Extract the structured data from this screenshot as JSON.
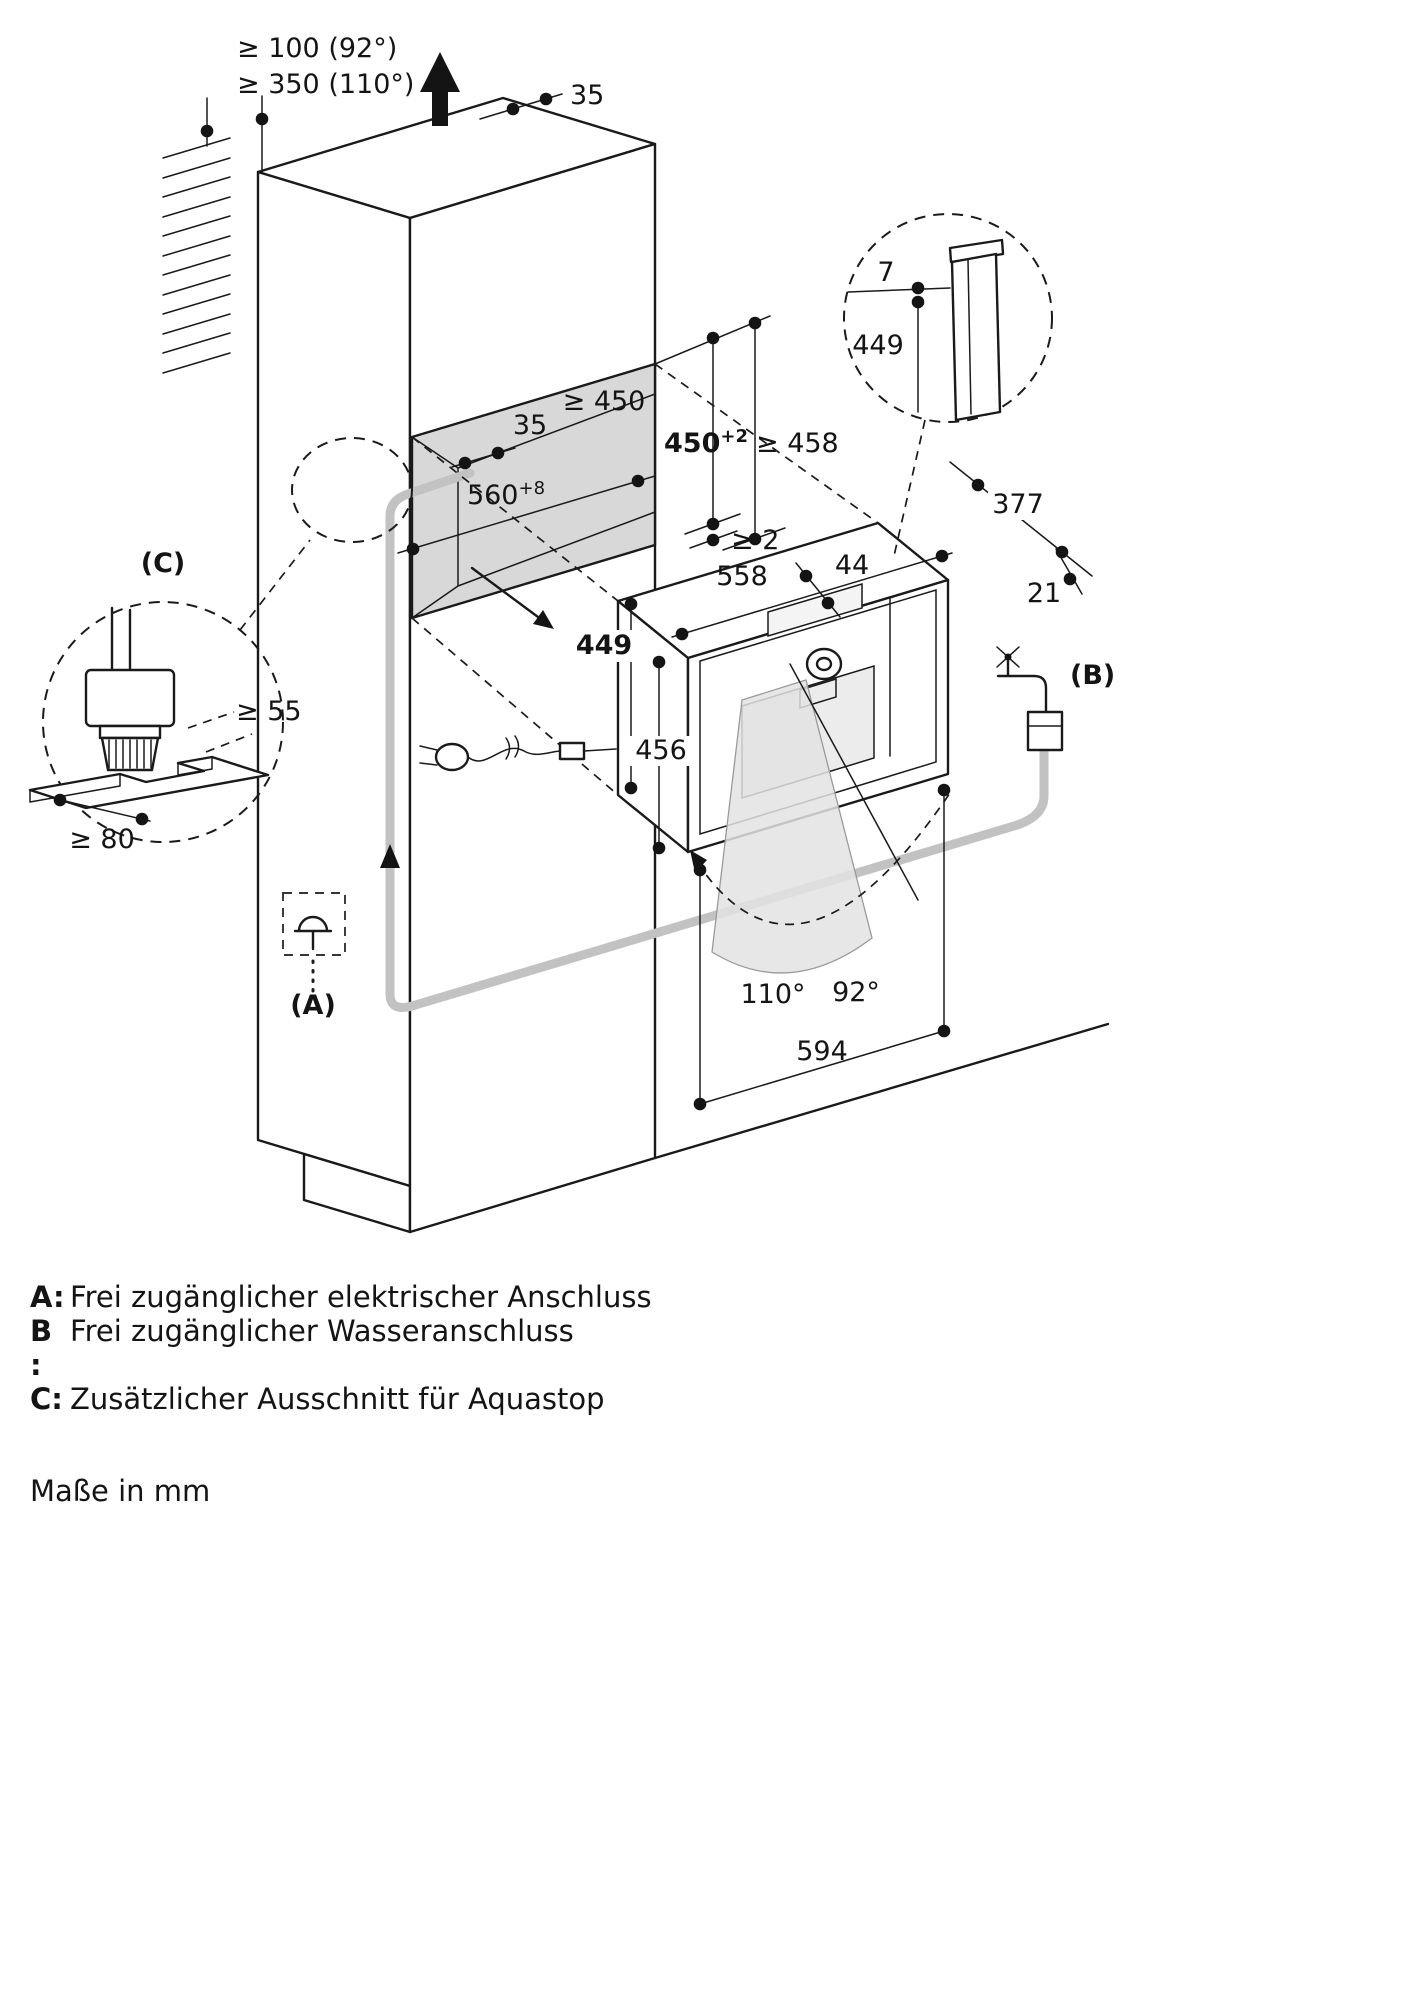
{
  "diagram": {
    "dims": {
      "top_gap_92": "≥ 100 (92°)",
      "top_gap_110": "≥ 350 (110°)",
      "top_panel": "35",
      "niche_min_width": "≥ 450",
      "inner_side_gap": "35",
      "niche_height_main": "450",
      "niche_height_tol": "+2",
      "niche_min_height": "≥ 458",
      "niche_width_main": "560",
      "niche_width_tol": "+8",
      "top_clearance": "≥ 2",
      "appliance_width": "558",
      "knob_depth": "44",
      "right_clearance": "377",
      "door_gap": "21",
      "detail_reveal": "7",
      "detail_height": "449",
      "body_height": "449",
      "front_height": "456",
      "cutout_depth": "≥ 55",
      "cutout_width": "≥ 80",
      "door_angle_wide": "110°",
      "door_angle_std": "92°",
      "appliance_front_width": "594"
    },
    "refs": {
      "a": "(A)",
      "b": "(B)",
      "c": "(C)"
    }
  },
  "legend": {
    "items": [
      {
        "key": "A:",
        "text": "Frei zugänglicher elektrischer Anschluss"
      },
      {
        "key": "B :",
        "text": "Frei zugänglicher Wasseranschluss"
      },
      {
        "key": "C:",
        "text": "Zusätzlicher Ausschnitt für Aquastop"
      }
    ],
    "units": "Maße in mm"
  },
  "colors": {
    "line": "#1a1a1a",
    "niche_fill": "#d8d8d8",
    "hose": "#c2c2c2",
    "door_fill": "#e3e3e3"
  }
}
